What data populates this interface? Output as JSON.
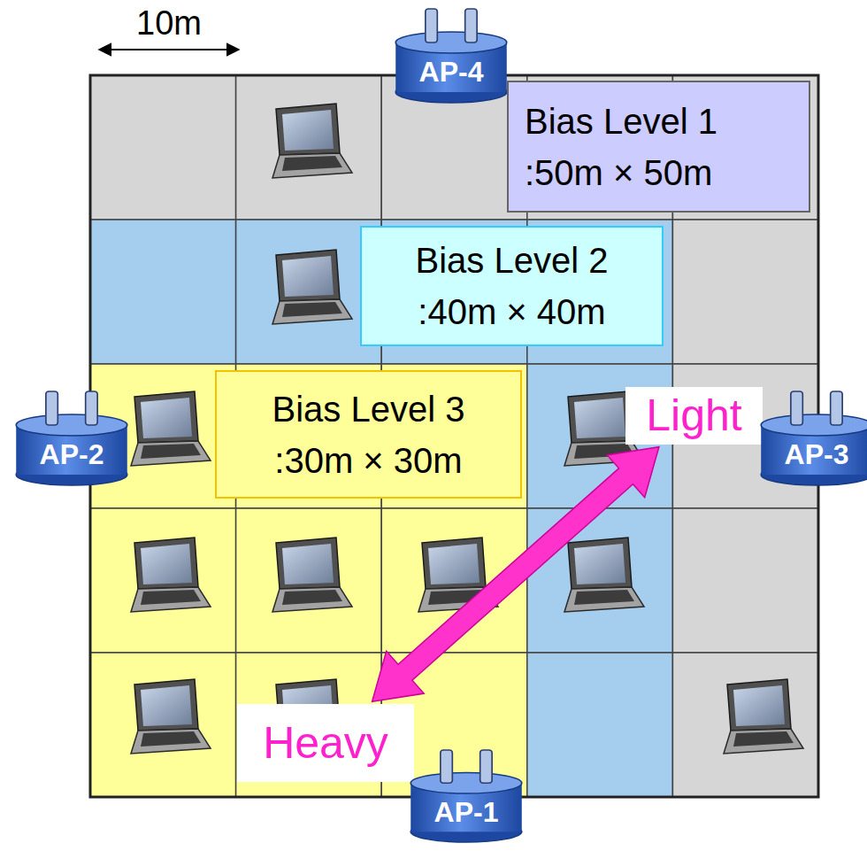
{
  "diagram": {
    "nodes": [
      {
        "text": [
          "AP-4"
        ]
      },
      {
        "text": [
          "Bias Level 1",
          ":50m × 50m"
        ]
      },
      {
        "text": [
          "Bias Level 2",
          ":40m × 40m"
        ]
      },
      {
        "text": [
          "AP-2"
        ]
      },
      {
        "text": [
          "Bias Level 3",
          ":30m × 30m"
        ]
      },
      {
        "text": [
          "Light"
        ]
      },
      {
        "text": [
          "AP-3"
        ]
      },
      {
        "text": [
          "Heavy"
        ]
      },
      {
        "text": [
          "AP-1"
        ]
      }
    ],
    "edges": [
      {
        "from": 7,
        "to": 5,
        "arrow": "both"
      }
    ],
    "labels": [
      "10m"
    ]
  }
}
